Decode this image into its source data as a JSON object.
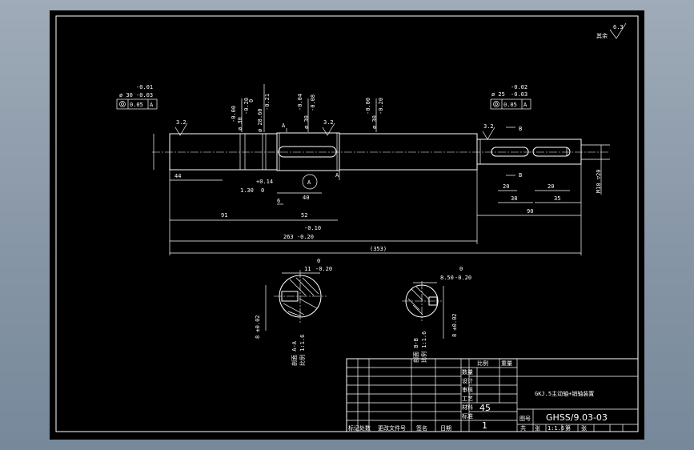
{
  "sheet": {
    "surface_roughness_symbol": "其余",
    "surface_roughness_value": "6.3"
  },
  "roughness": [
    "3.2",
    "3.2",
    "3.2"
  ],
  "tolerance_left": {
    "upper": "-0.01",
    "nominal": "ø 30",
    "lower": "-0.03",
    "frame_value": "0.05",
    "datum": "A"
  },
  "tolerance_right": {
    "upper": "-0.02",
    "nominal": "ø 25",
    "lower": "-0.03",
    "frame_value": "0.05",
    "datum": "A"
  },
  "vertical_dims": [
    {
      "upper": "-0.00",
      "text": "ø 30",
      "lower": "-0.20"
    },
    {
      "upper": "0",
      "text": "ø 28.60",
      "lower": "-0.21"
    },
    {
      "upper": "-0.04",
      "text": "ø 30",
      "lower": "-0.08"
    },
    {
      "upper": "-0.00",
      "text": "ø 30",
      "lower": "-0.20"
    }
  ],
  "section_marks": {
    "a1": "A",
    "a2": "A",
    "b1": "B",
    "b2": "B",
    "datum_circle": "A"
  },
  "dims": {
    "d44": "44",
    "d130_tol": "+0.14",
    "d130": "1.30",
    "d130_zero": "0",
    "d6": "6",
    "d40": "40",
    "d91": "91",
    "d52": "52",
    "d263_upper": "-0.10",
    "d263": "263 -0.20",
    "d353": "(353)",
    "d20a": "20",
    "d38": "38",
    "d20b": "20",
    "d35": "35",
    "d90": "90",
    "thread": "M10 ▽20"
  },
  "sections": [
    {
      "width_upper": "0",
      "width": "11",
      "width_lower": "-0.20",
      "depth": "8 ±0.02",
      "title": "剖面 A-A",
      "scale": "比例 1:1.6"
    },
    {
      "width_upper": "0",
      "width": "8.50",
      "width_lower": "-0.20",
      "depth": "8 ±0.02",
      "title": "剖面 B-B",
      "scale": "比例 1:1.6"
    }
  ],
  "title_block": {
    "drawing_title": "GKJ.5主动轴+销轴装置",
    "drawing_number": "GHSS/9.03-03",
    "material": "45",
    "quantity": "1",
    "labels": {
      "scale_label": "比例",
      "weight_label": "重量",
      "qty_label": "数量",
      "material_label": "材料",
      "design": "设计",
      "check": "审核",
      "craft": "工艺",
      "standard": "标准",
      "drawno_label": "图号",
      "mark_label": "标记",
      "place_label": "处数",
      "file_label": "更改文件号",
      "sign_label": "签名",
      "date_label": "日期",
      "sheet_total": "共",
      "sheet_of": "张",
      "sheet_num": "第",
      "sheet_page": "张",
      "scale_val": "1:1.6"
    }
  }
}
